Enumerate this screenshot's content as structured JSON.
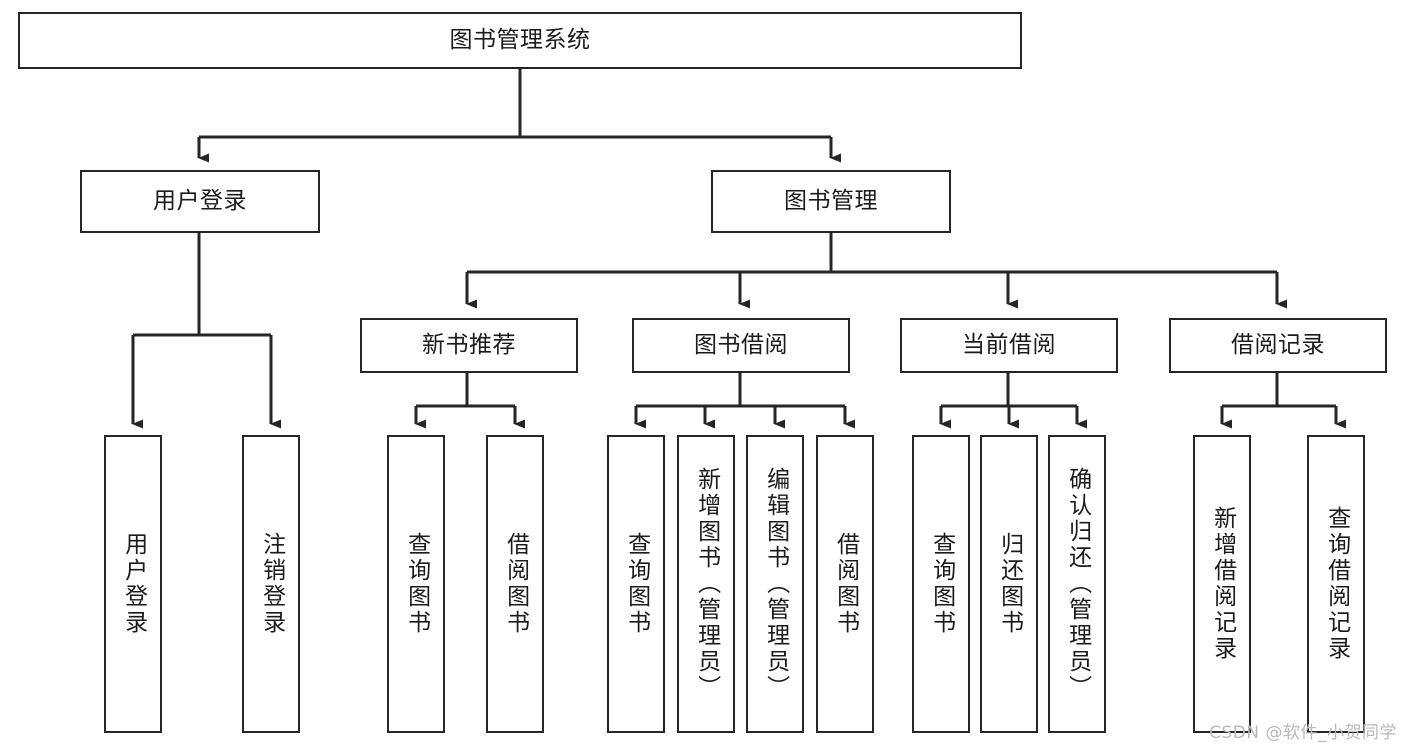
{
  "diagram": {
    "title": "图书管理系统",
    "type": "tree-hierarchy-chart",
    "orientation": "top-down",
    "line_color": "#262626",
    "box_border_color": "#262626",
    "box_fill_color": "#ffffff",
    "background_color": "#ffffff"
  },
  "nodes": {
    "root": {
      "label": "图书管理系统",
      "level": 0,
      "text_direction": "horizontal"
    },
    "level1": [
      {
        "id": "user-login",
        "label": "用户登录",
        "text_direction": "horizontal"
      },
      {
        "id": "book-management",
        "label": "图书管理",
        "text_direction": "horizontal"
      }
    ],
    "level2": [
      {
        "id": "new-book-recommend",
        "label": "新书推荐",
        "parent": "book-management",
        "text_direction": "horizontal"
      },
      {
        "id": "book-borrow",
        "label": "图书借阅",
        "parent": "book-management",
        "text_direction": "horizontal"
      },
      {
        "id": "current-borrow",
        "label": "当前借阅",
        "parent": "book-management",
        "text_direction": "horizontal"
      },
      {
        "id": "borrow-record",
        "label": "借阅记录",
        "parent": "book-management",
        "text_direction": "horizontal"
      }
    ],
    "leaves": [
      {
        "id": "leaf-user-login",
        "label": "用户登录",
        "parent": "user-login",
        "text_direction": "vertical"
      },
      {
        "id": "leaf-user-logout",
        "label": "注销登录",
        "parent": "user-login",
        "text_direction": "vertical"
      },
      {
        "id": "leaf-query-book-1",
        "label": "查询图书",
        "parent": "new-book-recommend",
        "text_direction": "vertical"
      },
      {
        "id": "leaf-borrow-book-1",
        "label": "借阅图书",
        "parent": "new-book-recommend",
        "text_direction": "vertical"
      },
      {
        "id": "leaf-query-book-2",
        "label": "查询图书",
        "parent": "book-borrow",
        "text_direction": "vertical"
      },
      {
        "id": "leaf-add-book",
        "label": "新增图书（管理员）",
        "parent": "book-borrow",
        "text_direction": "vertical"
      },
      {
        "id": "leaf-edit-book",
        "label": "编辑图书（管理员）",
        "parent": "book-borrow",
        "text_direction": "vertical"
      },
      {
        "id": "leaf-borrow-book-2",
        "label": "借阅图书",
        "parent": "book-borrow",
        "text_direction": "vertical"
      },
      {
        "id": "leaf-query-book-3",
        "label": "查询图书",
        "parent": "current-borrow",
        "text_direction": "vertical"
      },
      {
        "id": "leaf-return-book",
        "label": "归还图书",
        "parent": "current-borrow",
        "text_direction": "vertical"
      },
      {
        "id": "leaf-confirm-return",
        "label": "确认归还（管理员）",
        "parent": "current-borrow",
        "text_direction": "vertical"
      },
      {
        "id": "leaf-add-record",
        "label": "新增借阅记录",
        "parent": "borrow-record",
        "text_direction": "vertical"
      },
      {
        "id": "leaf-query-record",
        "label": "查询借阅记录",
        "parent": "borrow-record",
        "text_direction": "vertical"
      }
    ]
  },
  "watermark": {
    "text": "CSDN @软件_小贺同学"
  }
}
